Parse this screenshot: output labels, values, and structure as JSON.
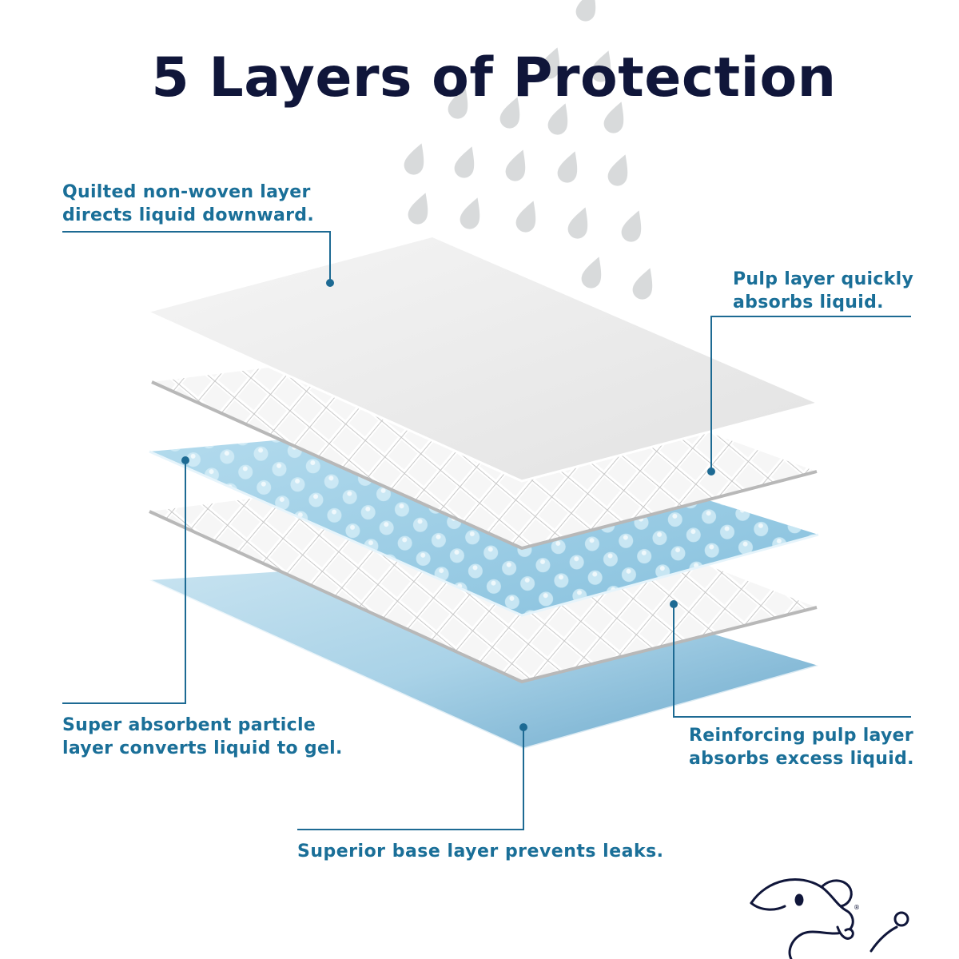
{
  "title": "5 Layers of Protection",
  "colors": {
    "title": "#10163a",
    "callout_text": "#1a6f98",
    "leader_line": "#1d6a93",
    "layer_white": "#f0f0f0",
    "layer_blue": "#a7d3e8",
    "droplet": "#d8dadb"
  },
  "callouts": {
    "top_layer": {
      "line1": "Quilted non-woven layer",
      "line2": "directs liquid downward."
    },
    "pulp_layer": {
      "line1": "Pulp layer quickly",
      "line2": "absorbs liquid."
    },
    "sap_layer": {
      "line1": "Super absorbent particle",
      "line2": "layer converts liquid to gel."
    },
    "reinforcing_layer": {
      "line1": "Reinforcing pulp layer",
      "line2": "absorbs excess liquid."
    },
    "base_layer": {
      "line1": "Superior base layer prevents leaks."
    }
  },
  "icons": [
    "water-droplet-icon",
    "dog-mascot-icon"
  ]
}
